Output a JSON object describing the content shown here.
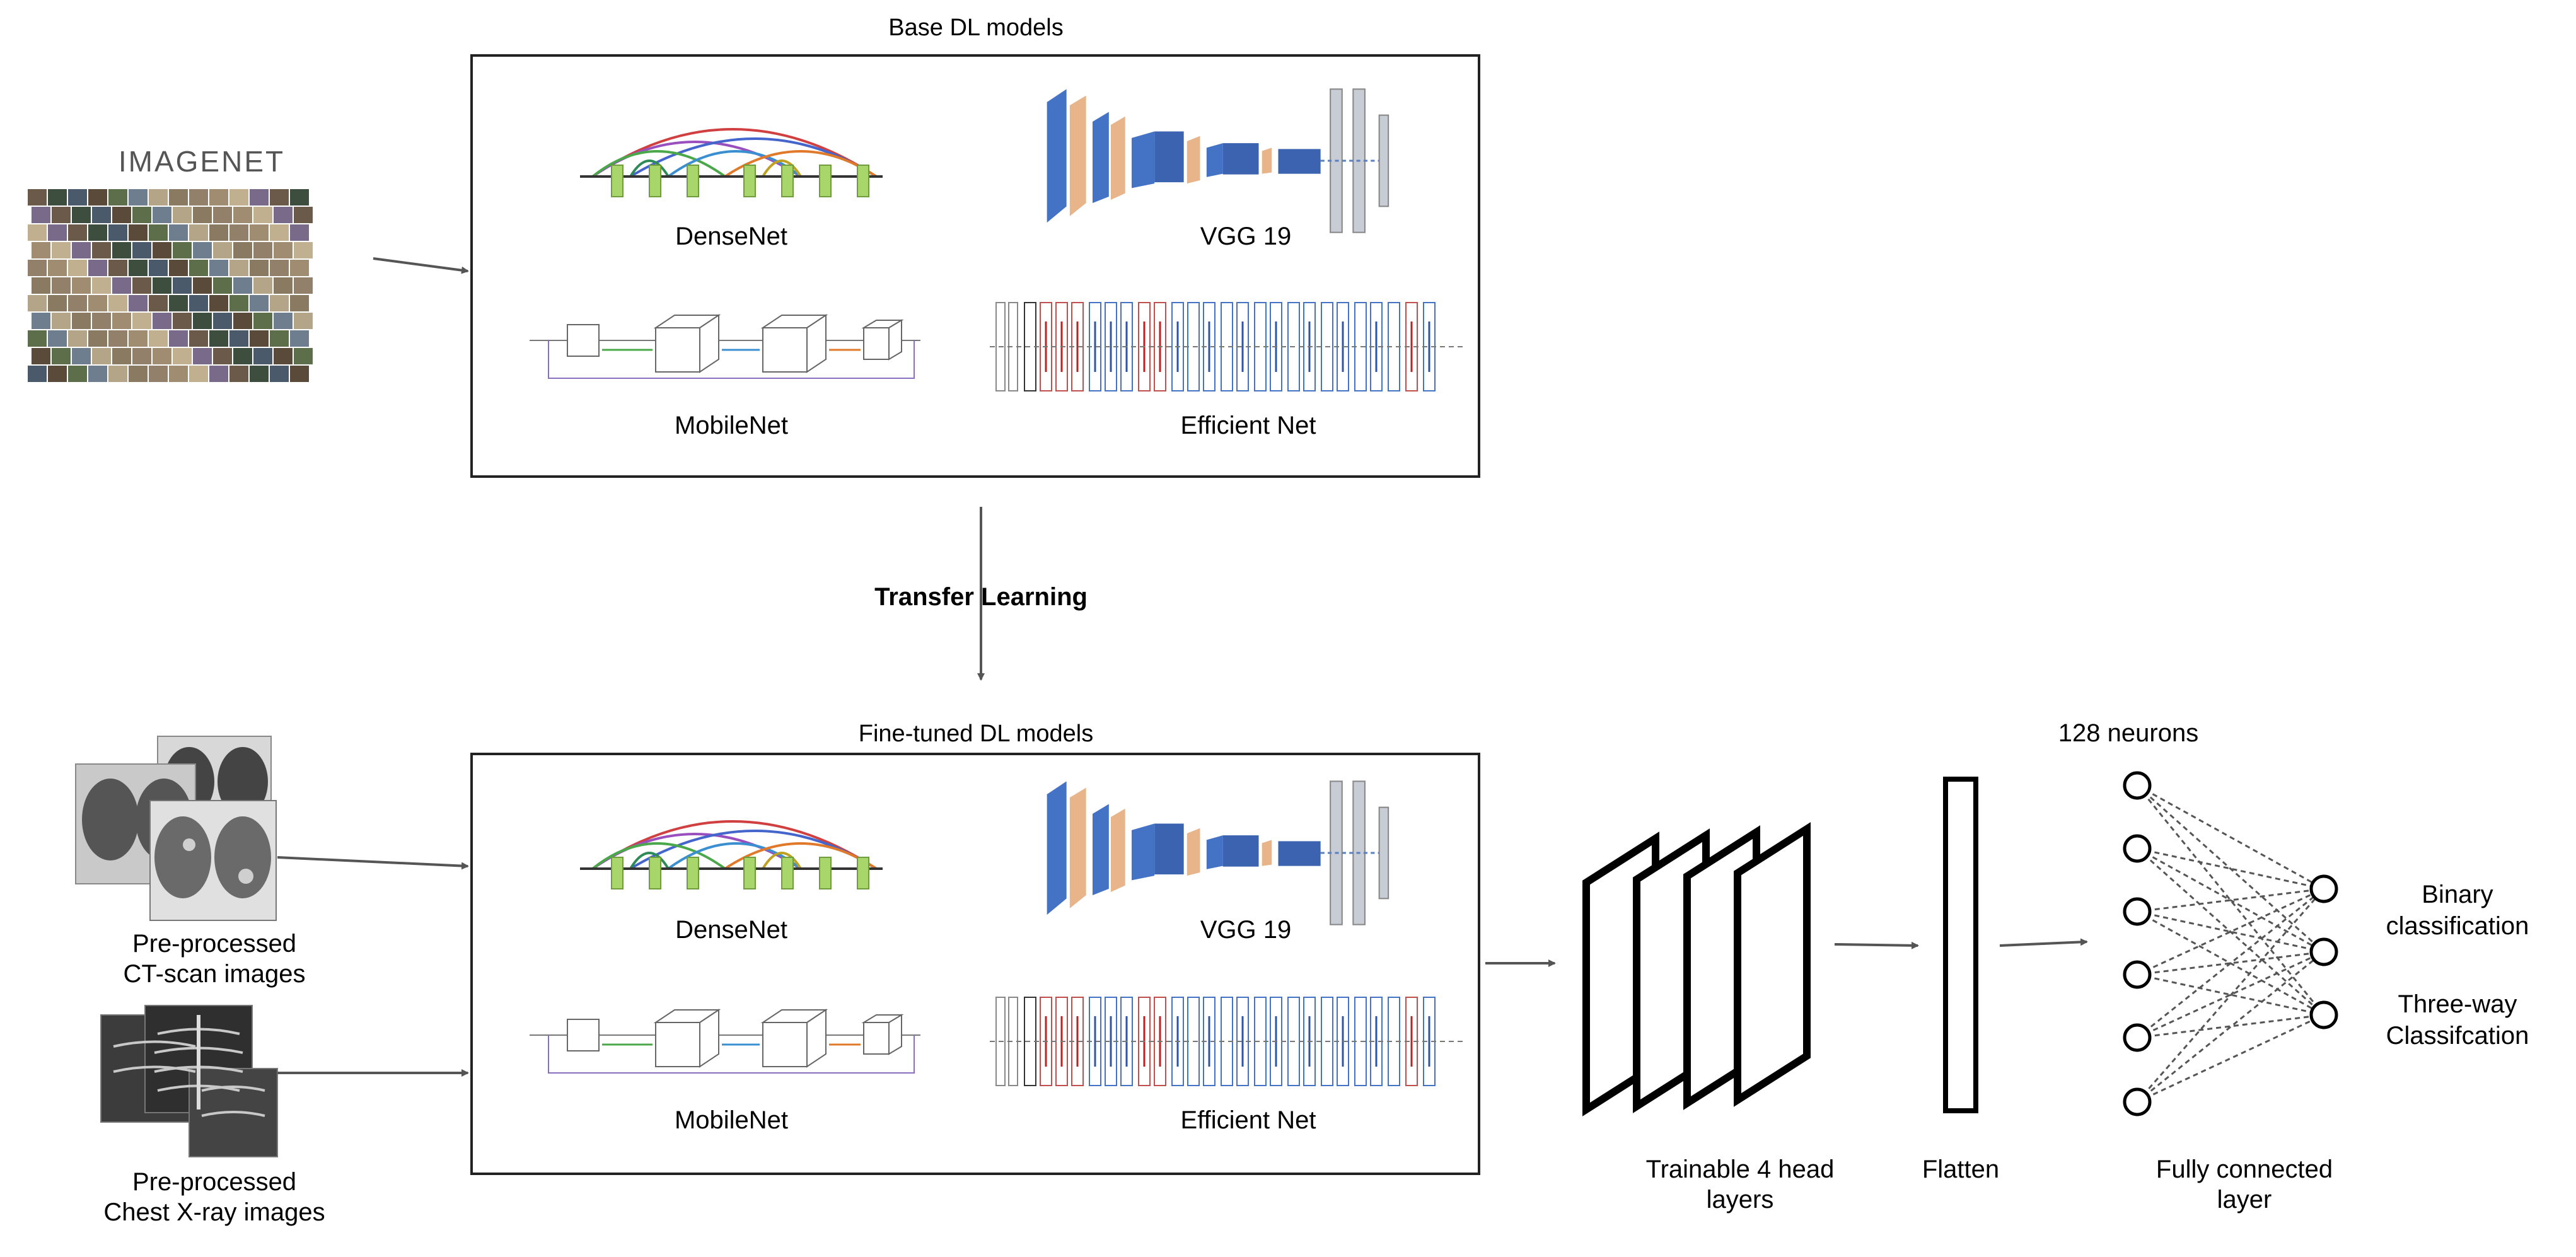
{
  "base_panel": {
    "title": "Base DL models"
  },
  "fine_panel": {
    "title": "Fine-tuned DL models"
  },
  "models": {
    "densenet": "DenseNet",
    "vgg": "VGG 19",
    "mobilenet": "MobileNet",
    "efficientnet": "Efficient Net"
  },
  "imagenet": {
    "logo": "IMAGENET"
  },
  "transfer": {
    "label": "Transfer  Learning"
  },
  "inputs": {
    "ct_line1": "Pre-processed",
    "ct_line2": "CT-scan images",
    "xray_line1": "Pre-processed",
    "xray_line2": "Chest X-ray images"
  },
  "head": {
    "layers_line1": "Trainable 4 head",
    "layers_line2": "layers",
    "flatten": "Flatten",
    "neurons": "128 neurons",
    "fc_line1": "Fully connected",
    "fc_line2": "layer"
  },
  "outputs": {
    "binary_line1": "Binary",
    "binary_line2": "classification",
    "three_line1": "Three-way",
    "three_line2": "Classifcation"
  },
  "colors": {
    "conv_blue": "#4472c4",
    "pool_tan": "#e8b48a",
    "dense_green": "#a8d66a",
    "frame": "#222222",
    "arrow": "#555555"
  }
}
